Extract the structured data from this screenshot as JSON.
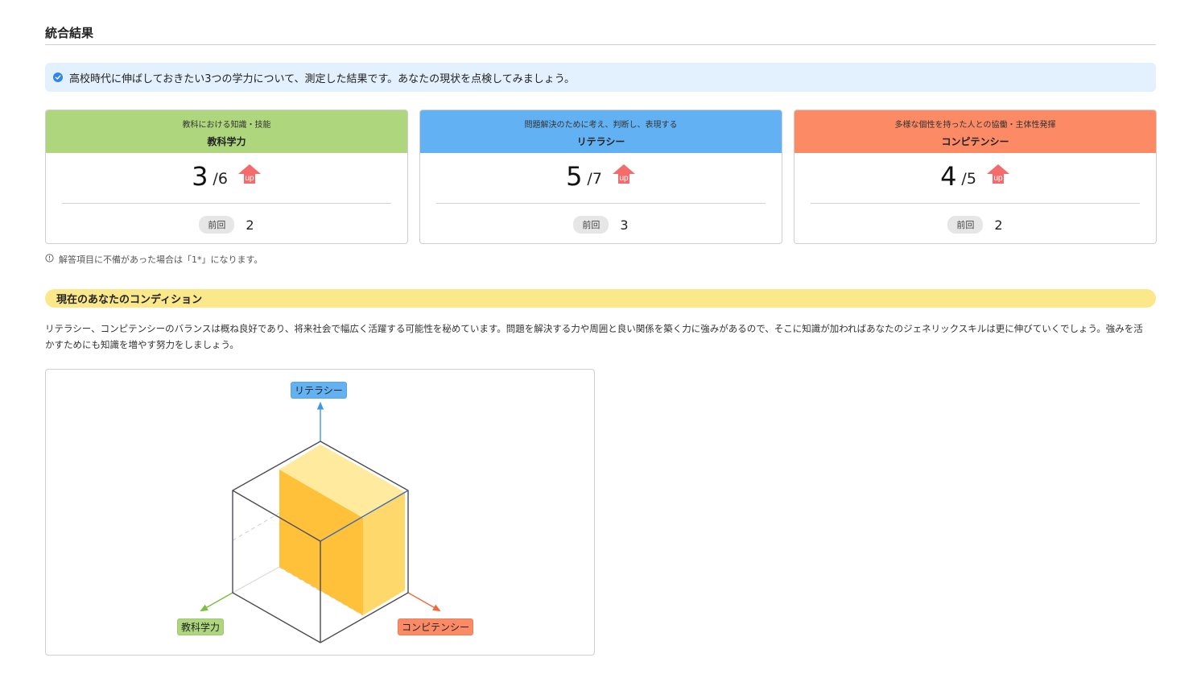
{
  "header": {
    "title": "統合結果"
  },
  "info": {
    "text": "高校時代に伸ばしておきたい3つの学力について、測定した結果です。あなたの現状を点検してみましょう。"
  },
  "cards": [
    {
      "subtitle": "教科における知識・技能",
      "name": "教科学力",
      "score": "3",
      "total": "/6",
      "trend": "up",
      "prev_label": "前回",
      "prev_value": "2",
      "color": "#aed67d"
    },
    {
      "subtitle": "問題解決のために考え、判断し、表現する",
      "name": "リテラシー",
      "score": "5",
      "total": "/7",
      "trend": "up",
      "prev_label": "前回",
      "prev_value": "3",
      "color": "#62b1f2"
    },
    {
      "subtitle": "多様な個性を持った人との協働・主体性発揮",
      "name": "コンピテンシー",
      "score": "4",
      "total": "/5",
      "trend": "up",
      "prev_label": "前回",
      "prev_value": "2",
      "color": "#fb8a65"
    }
  ],
  "note": {
    "text": "解答項目に不備があった場合は「1*」になります。"
  },
  "condition": {
    "title": "現在のあなたのコンディション",
    "text": "リテラシー、コンピテンシーのバランスは概ね良好であり、将来社会で幅広く活躍する可能性を秘めています。問題を解決する力や周囲と良い関係を築く力に強みがあるので、そこに知識が加わればあなたのジェネリックスキルは更に伸びていくでしょう。強みを活かすためにも知識を増やす努力をしましょう。"
  },
  "chart": {
    "axes": [
      {
        "label": "リテラシー",
        "color": "#62b1f2"
      },
      {
        "label": "教科学力",
        "color": "#aed67d"
      },
      {
        "label": "コンピテンシー",
        "color": "#fb8a65"
      }
    ],
    "icons": {
      "check": "check-circle-icon",
      "info": "info-circle-icon",
      "up": "up-arrow-icon"
    }
  }
}
